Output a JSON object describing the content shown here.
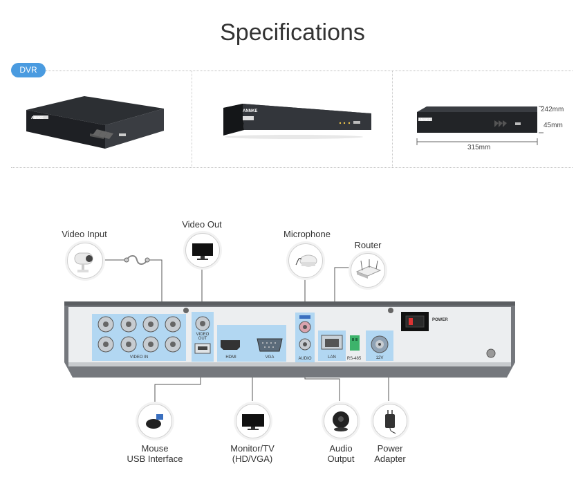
{
  "page": {
    "title": "Specifications"
  },
  "dvr_tag": "DVR",
  "brand": "ANNKE",
  "dimensions": {
    "depth": "242mm",
    "height": "45mm",
    "width": "315mm"
  },
  "callouts": {
    "video_input": "Video Input",
    "video_out": "Video Out",
    "microphone": "Microphone",
    "router": "Router",
    "mouse_line1": "Mouse",
    "mouse_line2": "USB Interface",
    "monitor_line1": "Monitor/TV",
    "monitor_line2": "(HD/VGA)",
    "audio_line1": "Audio",
    "audio_line2": "Output",
    "power_line1": "Power",
    "power_line2": "Adapter"
  },
  "panel_labels": {
    "video_in": "VIDEO IN",
    "video_out": "VIDEO OUT",
    "hdmi": "HDMI",
    "vga": "VGA",
    "audio": "AUDIO",
    "lan": "LAN",
    "rs485": "RS-485",
    "power_in": "12V",
    "power_switch": "POWER"
  },
  "colors": {
    "accent": "#4a9be0",
    "highlight": "#a8d2f2",
    "chassis": "#7a7d82"
  }
}
